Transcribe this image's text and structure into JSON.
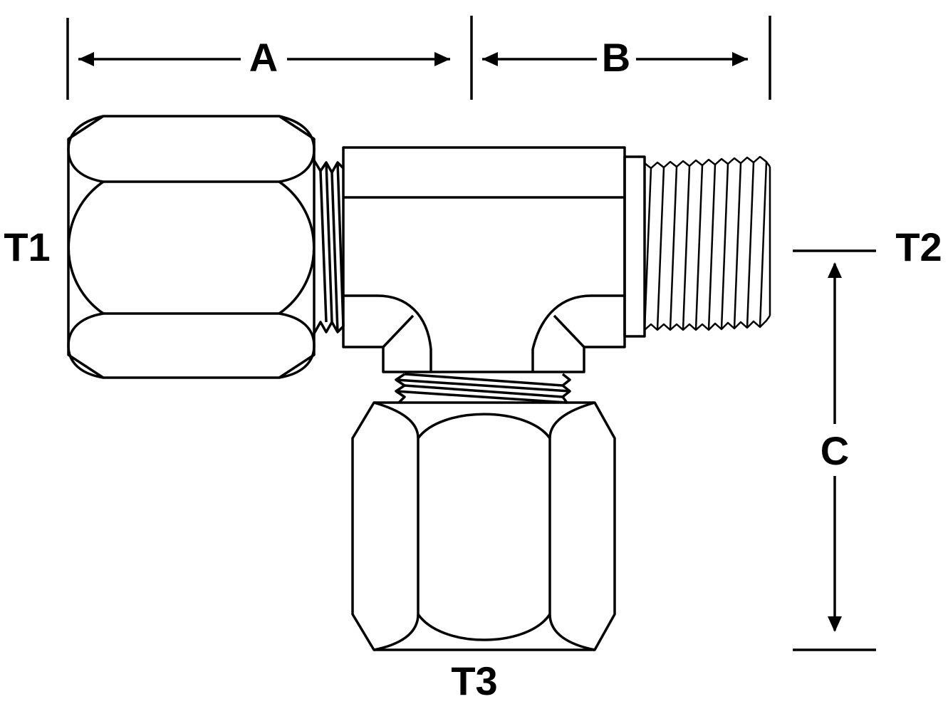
{
  "labels": {
    "dim_a": "A",
    "dim_b": "B",
    "dim_c": "C",
    "port_t1": "T1",
    "port_t2": "T2",
    "port_t3": "T3"
  },
  "colors": {
    "line": "#000000",
    "background": "#ffffff"
  }
}
